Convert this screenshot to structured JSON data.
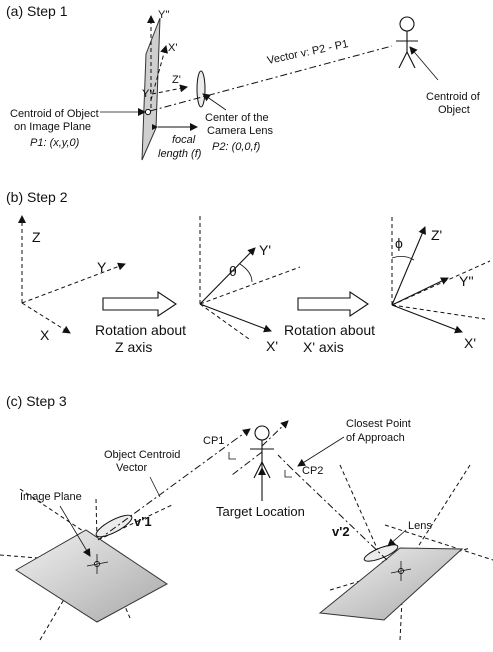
{
  "step_a": {
    "title": "(a) Step 1",
    "y2_label": "Y''",
    "x1_label": "X'",
    "z1_label": "Z'",
    "y1_label": "Y'",
    "vector_label": "Vector v: P2 - P1",
    "centroid_object": [
      "Centroid of",
      "Object"
    ],
    "centroid_image": [
      "Centroid of Object",
      "on Image Plane"
    ],
    "p1": "P1: (x,y,0)",
    "focal": [
      "focal",
      "length (f)"
    ],
    "center_lens": [
      "Center of the",
      "Camera Lens"
    ],
    "p2": "P2: (0,0,f)"
  },
  "step_b": {
    "title": "(b) Step 2",
    "z_label": "Z",
    "y_label": "Y",
    "x_label": "X",
    "rot_z": [
      "Rotation about",
      "Z axis"
    ],
    "y1_label": "Y'",
    "theta": "θ",
    "x1_label": "X'",
    "rot_x": [
      "Rotation about",
      "X' axis"
    ],
    "phi": "ϕ",
    "z1_label": "Z'",
    "y2_label": "Y''",
    "x1b_label": "X'"
  },
  "step_c": {
    "title": "(c) Step 3",
    "cp1": "CP1",
    "cp2": "CP2",
    "closest": [
      "Closest Point",
      "of Approach"
    ],
    "ocv": [
      "Object Centroid",
      "Vector"
    ],
    "image_plane": "Image Plane",
    "v1": "v'1",
    "v2": "v'2",
    "target": "Target Location",
    "lens": "Lens"
  }
}
